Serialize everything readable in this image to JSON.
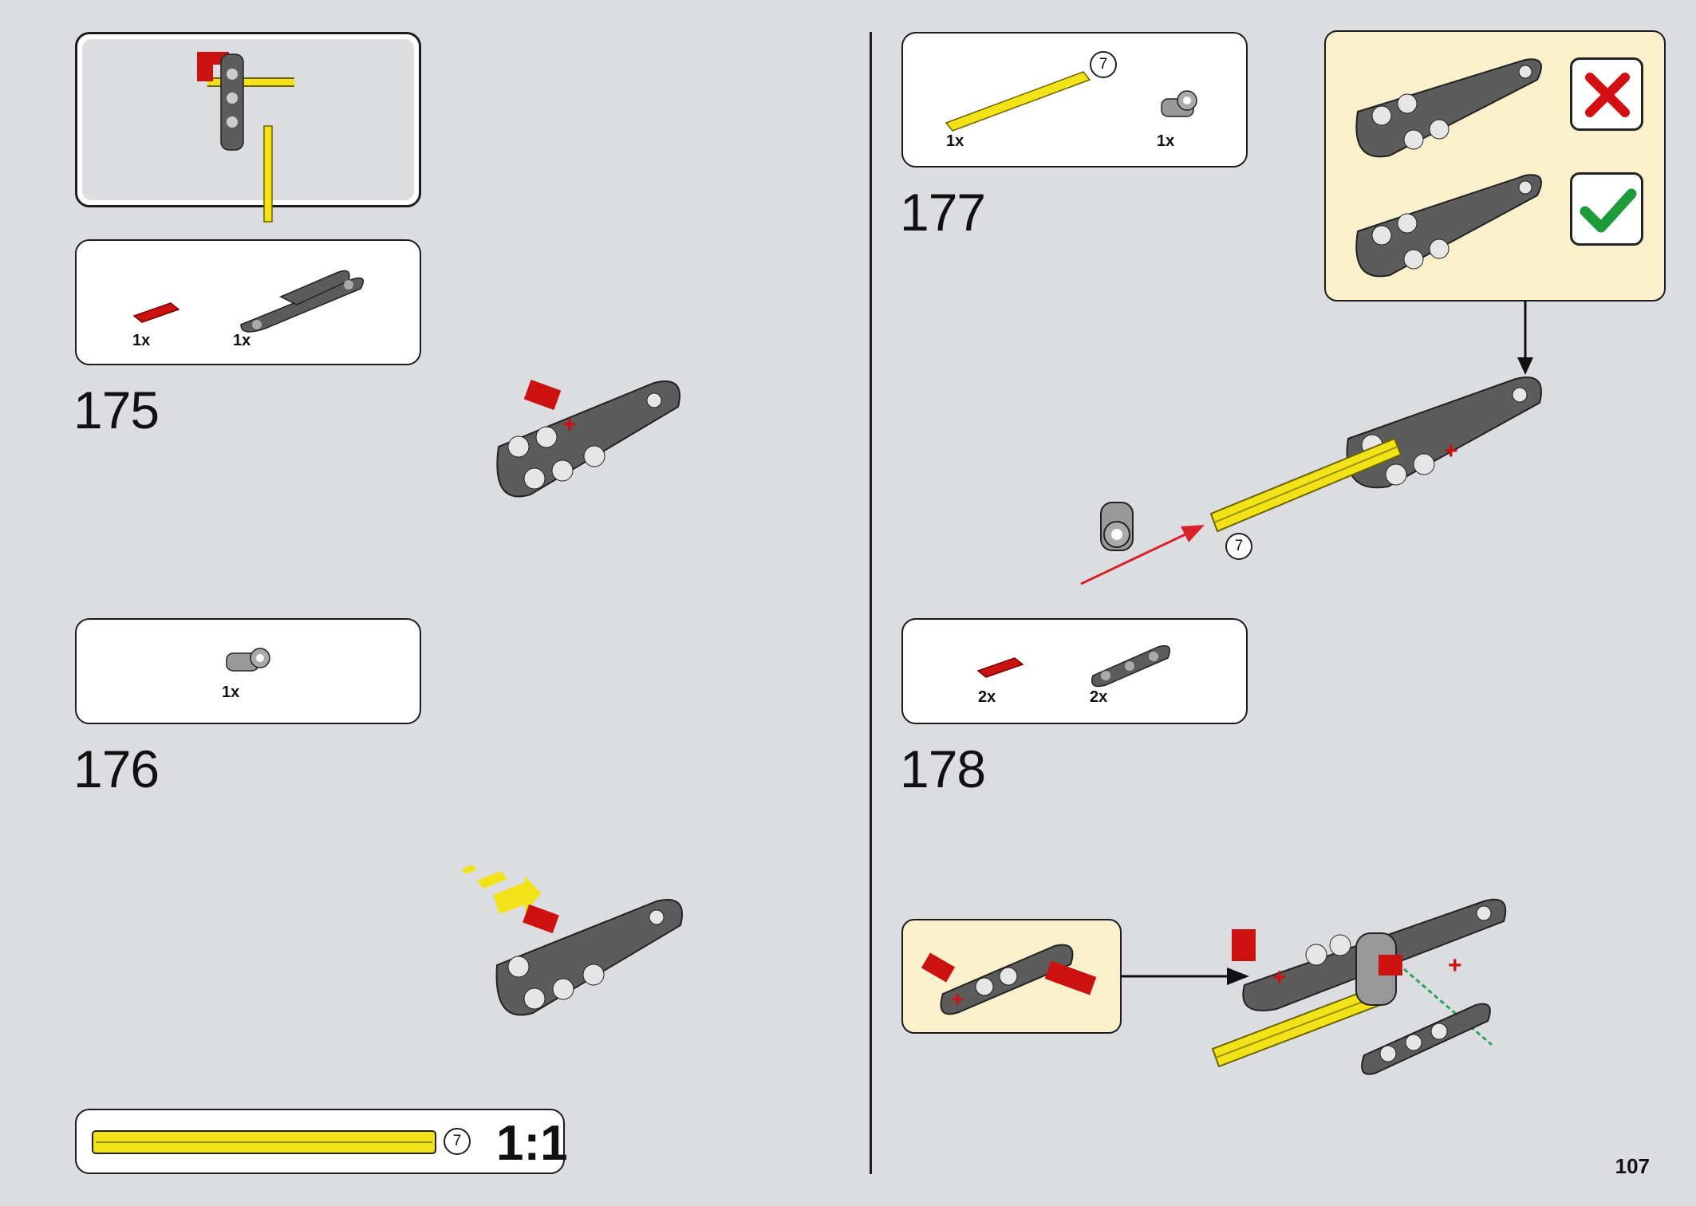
{
  "page_number": "107",
  "steps": [
    {
      "number": "175",
      "parts": [
        {
          "qty": "1x",
          "part": "red-connector-pin"
        },
        {
          "qty": "1x",
          "part": "gray-double-beam"
        }
      ]
    },
    {
      "number": "176",
      "parts": [
        {
          "qty": "1x",
          "part": "gray-axle-connector"
        }
      ]
    },
    {
      "number": "177",
      "parts": [
        {
          "qty": "1x",
          "part": "yellow-axle-7"
        },
        {
          "qty": "1x",
          "part": "gray-axle-connector"
        }
      ]
    },
    {
      "number": "178",
      "parts": [
        {
          "qty": "2x",
          "part": "red-connector-pin"
        },
        {
          "qty": "2x",
          "part": "gray-beam-3"
        }
      ]
    }
  ],
  "axle_length_callouts": [
    "7",
    "7",
    "7"
  ],
  "scale_ruler": {
    "length": "7",
    "label": "1:1"
  },
  "check_icons": {
    "wrong": "red-x-icon",
    "right": "green-check-icon"
  },
  "colors": {
    "background": "#dcdde0",
    "callout": "#faf0cc",
    "part_gray": "#5c5c5c",
    "part_red": "#cc1111",
    "part_yellow": "#f2e318"
  }
}
